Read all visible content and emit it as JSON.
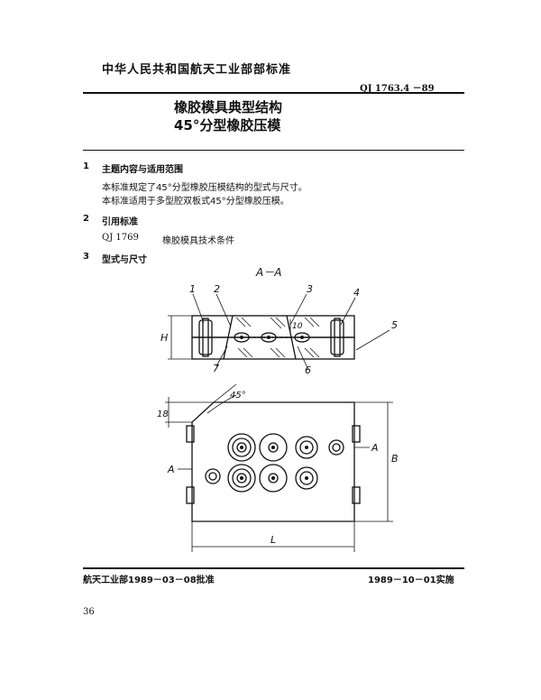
{
  "header": {
    "org": "中华人民共和国航天工业部部标准",
    "code": "QJ 1763.4 －89",
    "title_line1": "橡胶模具典型结构",
    "title_line2": "45°分型橡胶压模"
  },
  "sections": [
    {
      "num": "1",
      "title": "主题内容与适用范围",
      "paragraphs": [
        "本标准规定了45°分型橡胶压模结构的型式与尺寸。",
        "本标准适用于多型腔双板式45°分型橡胶压模。"
      ]
    },
    {
      "num": "2",
      "title": "引用标准",
      "ref_code": "QJ 1769",
      "ref_title": "橡胶模具技术条件"
    },
    {
      "num": "3",
      "title": "型式与尺寸"
    }
  ],
  "drawing": {
    "section_label": "A－A",
    "callouts": [
      "1",
      "2",
      "3",
      "4",
      "5",
      "6",
      "7"
    ],
    "dim_h": "H",
    "dim_10": "10",
    "dim_18": "18",
    "angle": "45°",
    "dim_b": "B",
    "dim_l": "L",
    "cut_left": "A",
    "cut_right": "A"
  },
  "footer": {
    "approved": "航天工业部1989－03－08批准",
    "effective": "1989－10－01实施",
    "page": "36"
  }
}
